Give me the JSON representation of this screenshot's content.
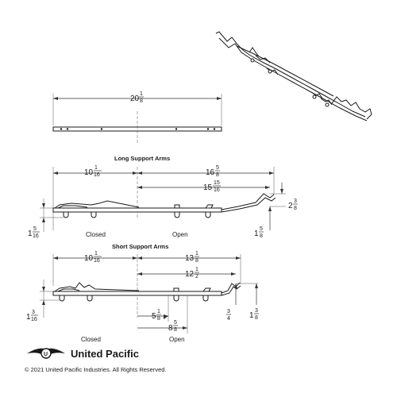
{
  "dimensions": {
    "overall_length": {
      "whole": "20",
      "num": "1",
      "den": "8"
    },
    "long_closed_offset": {
      "whole": "10",
      "num": "1",
      "den": "16"
    },
    "long_max_span": {
      "whole": "16",
      "num": "5",
      "den": "8"
    },
    "long_open_span": {
      "whole": "15",
      "num": "15",
      "den": "16"
    },
    "long_arm_height": {
      "whole": "2",
      "num": "3",
      "den": "8"
    },
    "long_closed_height": {
      "whole": "1",
      "num": "5",
      "den": "16"
    },
    "long_open_height": {
      "whole": "1",
      "num": "5",
      "den": "8"
    },
    "short_closed_offset": {
      "whole": "10",
      "num": "1",
      "den": "16"
    },
    "short_max_span": {
      "whole": "13",
      "num": "1",
      "den": "8"
    },
    "short_open_span": {
      "whole": "12",
      "num": "1",
      "den": "2"
    },
    "short_inner_a": {
      "whole": "5",
      "num": "1",
      "den": "8"
    },
    "short_inner_b": {
      "whole": "8",
      "num": "5",
      "den": "8"
    },
    "short_closed_height": {
      "whole": "1",
      "num": "3",
      "den": "16"
    },
    "short_arm_height": {
      "whole": "",
      "num": "3",
      "den": "4"
    },
    "short_open_height": {
      "whole": "1",
      "num": "3",
      "den": "8"
    }
  },
  "sections": {
    "long_title": "Long Support Arms",
    "short_title": "Short Support Arms"
  },
  "labels": {
    "long_closed": "Closed",
    "long_open": "Open",
    "short_closed": "Closed",
    "short_open": "Open"
  },
  "brand": {
    "name": "United Pacific",
    "logo_icon": "united-pacific-wing-logo"
  },
  "footer": {
    "copyright": "© 2021 United Pacific Industries. All Rights Reserved."
  }
}
